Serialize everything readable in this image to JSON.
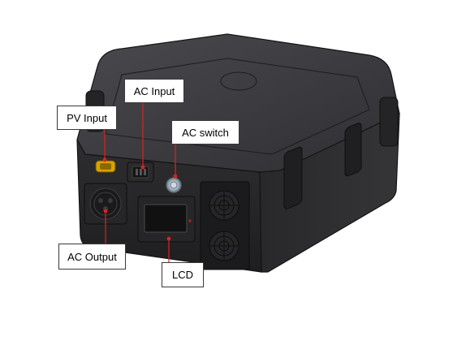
{
  "labels": {
    "pv_input": "PV Input",
    "ac_input": "AC Input",
    "ac_switch": "AC switch",
    "ac_output": "AC Output",
    "lcd": "LCD"
  },
  "colors": {
    "case_body": "#2b2b2d",
    "case_top": "#3a3a3d",
    "case_edge": "#1a1a1a",
    "leader_line": "#e0201e",
    "pv_connector": "#d9a300",
    "label_border": "#3a3a3a"
  },
  "icons": [
    "power-station-case",
    "pv-connector-icon",
    "ac-inlet-icon",
    "switch-knob-icon",
    "ac-socket-icon",
    "lcd-screen-icon",
    "fan-grill-icon"
  ]
}
